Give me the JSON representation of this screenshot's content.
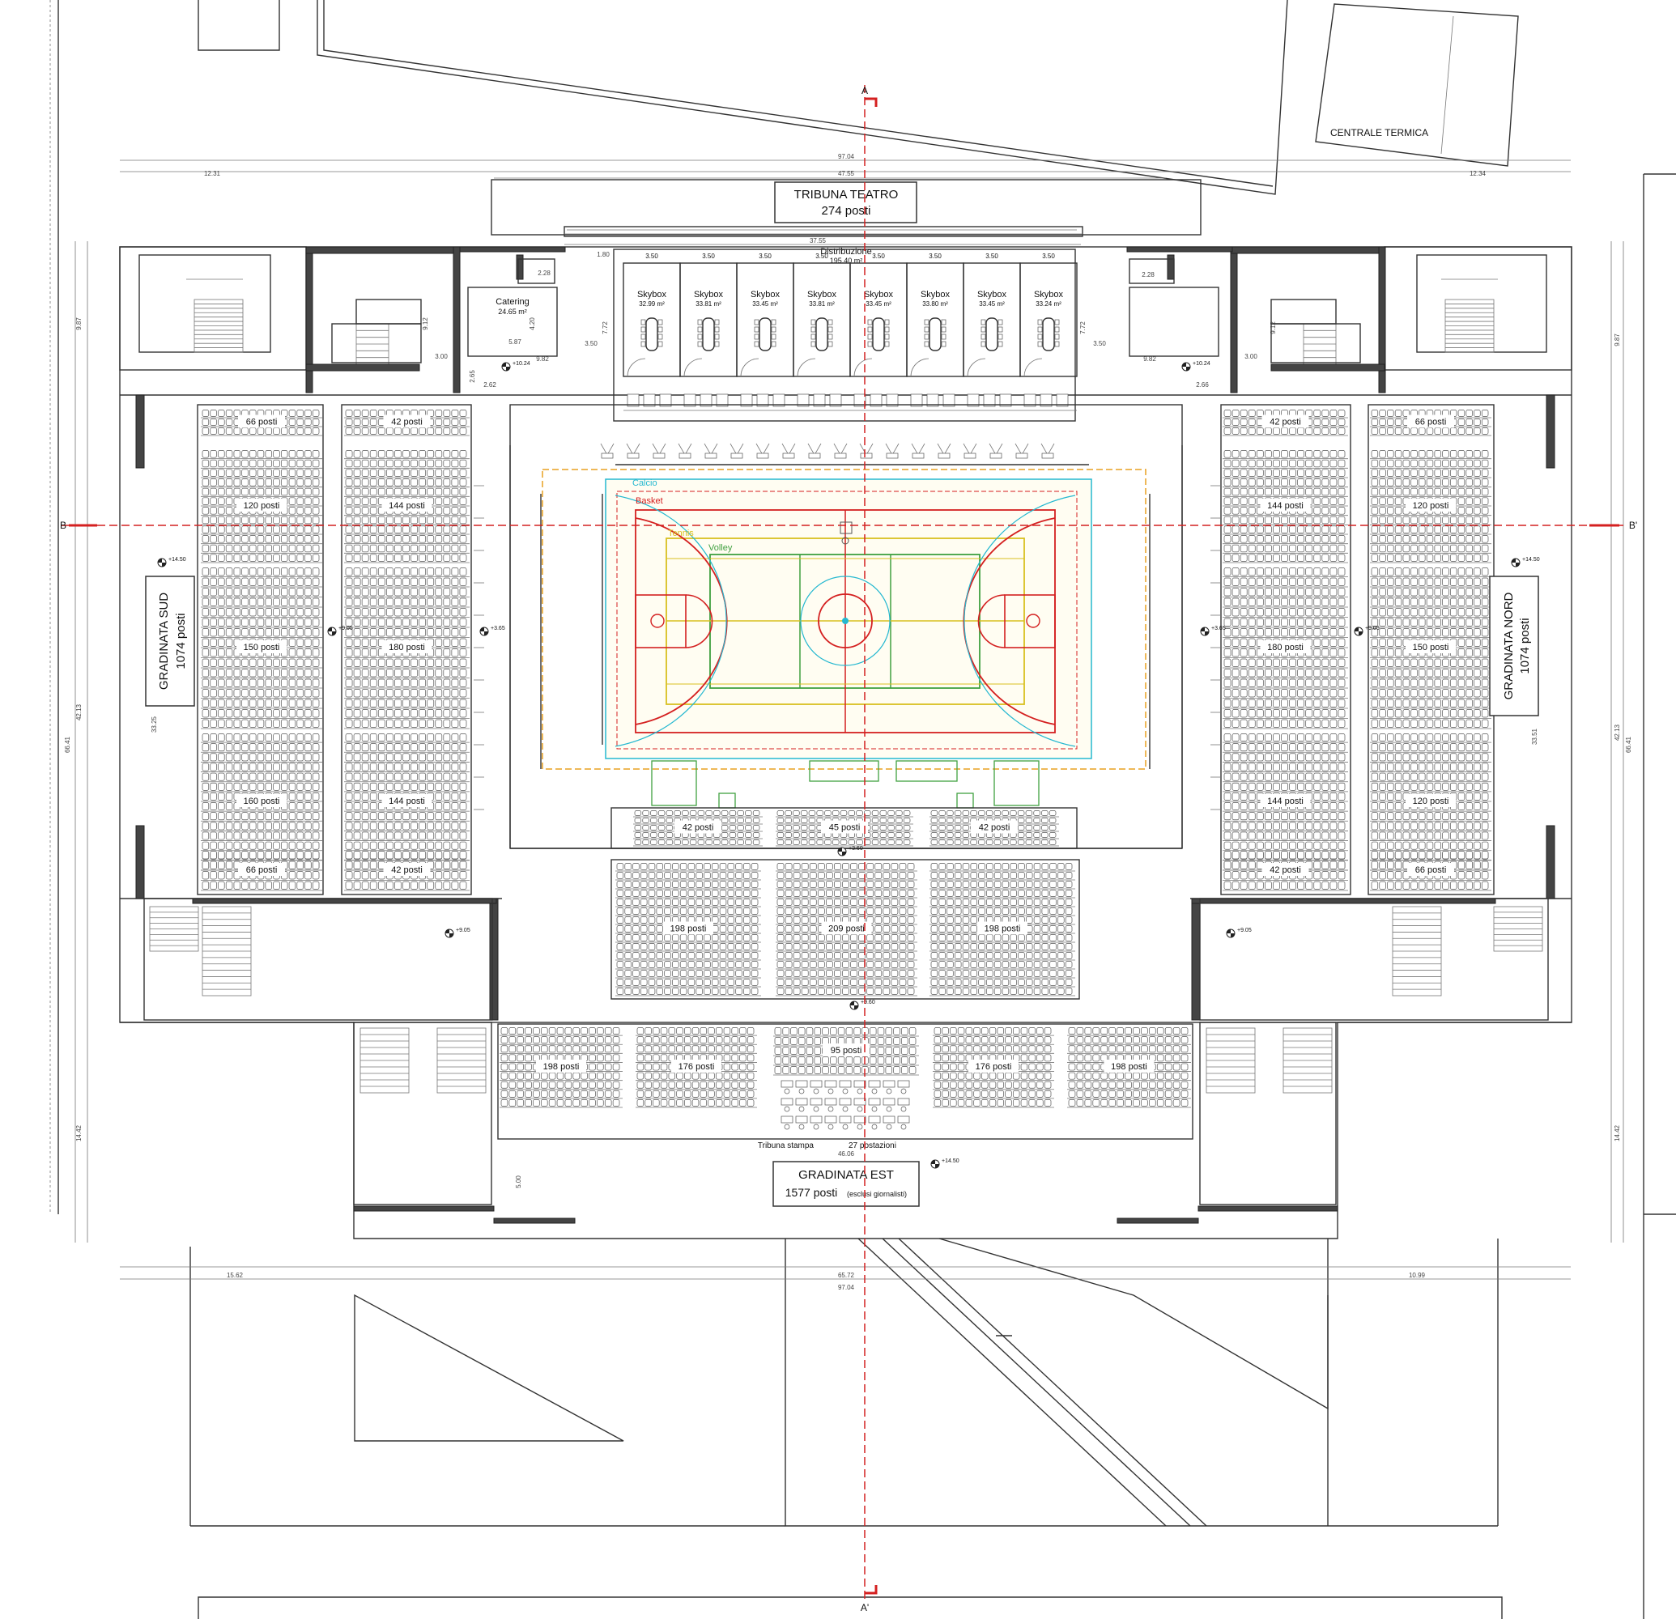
{
  "section_markers": {
    "a": "A",
    "a_prime": "A'",
    "b": "B",
    "b_prime": "B'"
  },
  "header": {
    "tribuna_teatro_title": "TRIBUNA TEATRO",
    "tribuna_teatro_seats": "274 posti",
    "centrale_termica": "CENTRALE TERMICA"
  },
  "rooms": {
    "distribuzione": "Distribuzione",
    "distribuzione_area": "195.40 m²",
    "catering": "Catering",
    "catering_area": "24.65 m²"
  },
  "skyboxes": [
    {
      "label": "Skybox",
      "area": "32.99 m²"
    },
    {
      "label": "Skybox",
      "area": "33.81 m²"
    },
    {
      "label": "Skybox",
      "area": "33.45 m²"
    },
    {
      "label": "Skybox",
      "area": "33.81 m²"
    },
    {
      "label": "Skybox",
      "area": "33.45 m²"
    },
    {
      "label": "Skybox",
      "area": "33.80 m²"
    },
    {
      "label": "Skybox",
      "area": "33.45 m²"
    },
    {
      "label": "Skybox",
      "area": "33.24 m²"
    }
  ],
  "court": {
    "calcio": "Calcio",
    "basket": "Basket",
    "tennis": "Tennis",
    "volley": "Volley",
    "colors": {
      "calcio": "#25b8d0",
      "basket": "#d42020",
      "tennis": "#d8c020",
      "volley": "#40a040",
      "outer": "#e8a020",
      "court_fill": "#fffdf2"
    }
  },
  "stands": {
    "sud_title": "GRADINATA SUD",
    "sud_seats": "1074 posti",
    "nord_title": "GRADINATA NORD",
    "nord_seats": "1074 posti",
    "est_title": "GRADINATA EST",
    "est_seats": "1577 posti",
    "est_note": "(esclusi giornalisti)",
    "press": "Tribuna stampa",
    "press_count": "27 postazioni"
  },
  "seat_blocks": {
    "sud_outer": [
      "66 posti",
      "120 posti",
      "150 posti",
      "160 posti",
      "66 posti"
    ],
    "sud_inner": [
      "42 posti",
      "144 posti",
      "180 posti",
      "144 posti",
      "42 posti"
    ],
    "nord_inner": [
      "42 posti",
      "144 posti",
      "180 posti",
      "144 posti",
      "42 posti"
    ],
    "nord_outer": [
      "66 posti",
      "120 posti",
      "150 posti",
      "120 posti",
      "66 posti"
    ],
    "est_row1": [
      "42 posti",
      "45 posti",
      "42 posti"
    ],
    "est_row2": [
      "198 posti",
      "209 posti",
      "198 posti"
    ],
    "est_row3": [
      "198 posti",
      "176 posti",
      "95 posti",
      "176 posti",
      "198 posti"
    ]
  },
  "elevations": {
    "e1": "+14.50",
    "e2": "+14.50",
    "e3": "+10.24",
    "e4": "+10.24",
    "e5": "+9.05",
    "e6": "+3.65",
    "e7": "+3.65",
    "e8": "+9.05",
    "e9": "+3.60",
    "e10": "+9.05",
    "e11": "+9.05",
    "e12": "+9.60",
    "e13": "+14.50"
  },
  "dimensions": {
    "overall_top": "97.04",
    "inner_top": "47.55",
    "left_top": "12.31",
    "right_top": "12.34",
    "skybox_band": "37.55",
    "dist_h": "1.80",
    "skybox_w": [
      "3.50",
      "3.50",
      "3.50",
      "3.50",
      "3.50",
      "3.50",
      "3.50",
      "3.50"
    ],
    "left_h": "9.87",
    "right_h": "9.87",
    "mid_left": "42.13",
    "mid_right": "42.13",
    "full_left": "66.41",
    "full_right": "66.41",
    "low_left": "14.42",
    "low_right": "14.42",
    "sud_h": "33.25",
    "nord_h": "33.51",
    "d1": "3.00",
    "d2": "3.00",
    "d3": "3.50",
    "d4": "3.50",
    "d5": "2.62",
    "d6": "2.66",
    "d7": "9.12",
    "d8": "9.12",
    "d9": "7.72",
    "d10": "7.72",
    "d11": "2.28",
    "d12": "2.28",
    "d13": "4.20",
    "d14": "5.87",
    "d15": "9.82",
    "d16": "9.82",
    "d17": "2.65",
    "est_w": "46.06",
    "est_d": "5.00",
    "bottom_left": "15.62",
    "bottom_mid": "65.72",
    "bottom_right": "10.99",
    "overall_bottom": "97.04"
  }
}
